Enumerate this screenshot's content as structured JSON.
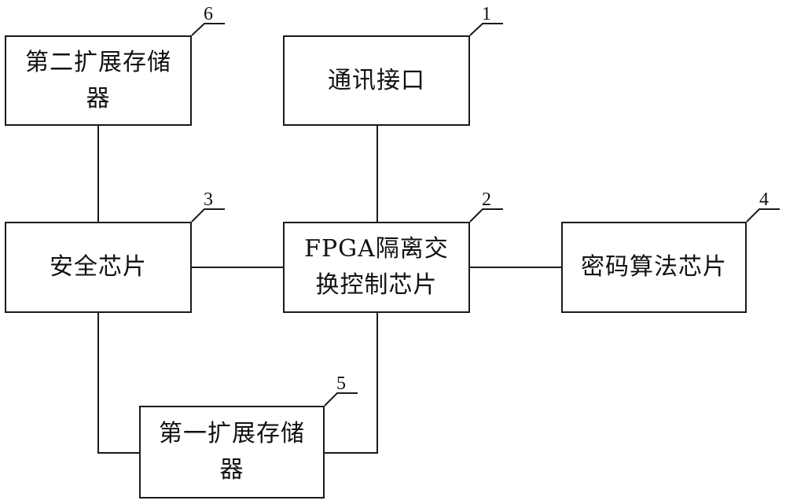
{
  "blocks": {
    "second_memory": {
      "ref": "6",
      "label": "第二扩展存储器"
    },
    "comm_interface": {
      "ref": "1",
      "label": "通讯接口"
    },
    "security_chip": {
      "ref": "3",
      "label": "安全芯片"
    },
    "fpga_chip": {
      "ref": "2",
      "label": "FPGA隔离交换控制芯片"
    },
    "crypto_chip": {
      "ref": "4",
      "label": "密码算法芯片"
    },
    "first_memory": {
      "ref": "5",
      "label": "第一扩展存储器"
    }
  },
  "colors": {
    "line": "#1a1a1a",
    "background": "#ffffff"
  }
}
